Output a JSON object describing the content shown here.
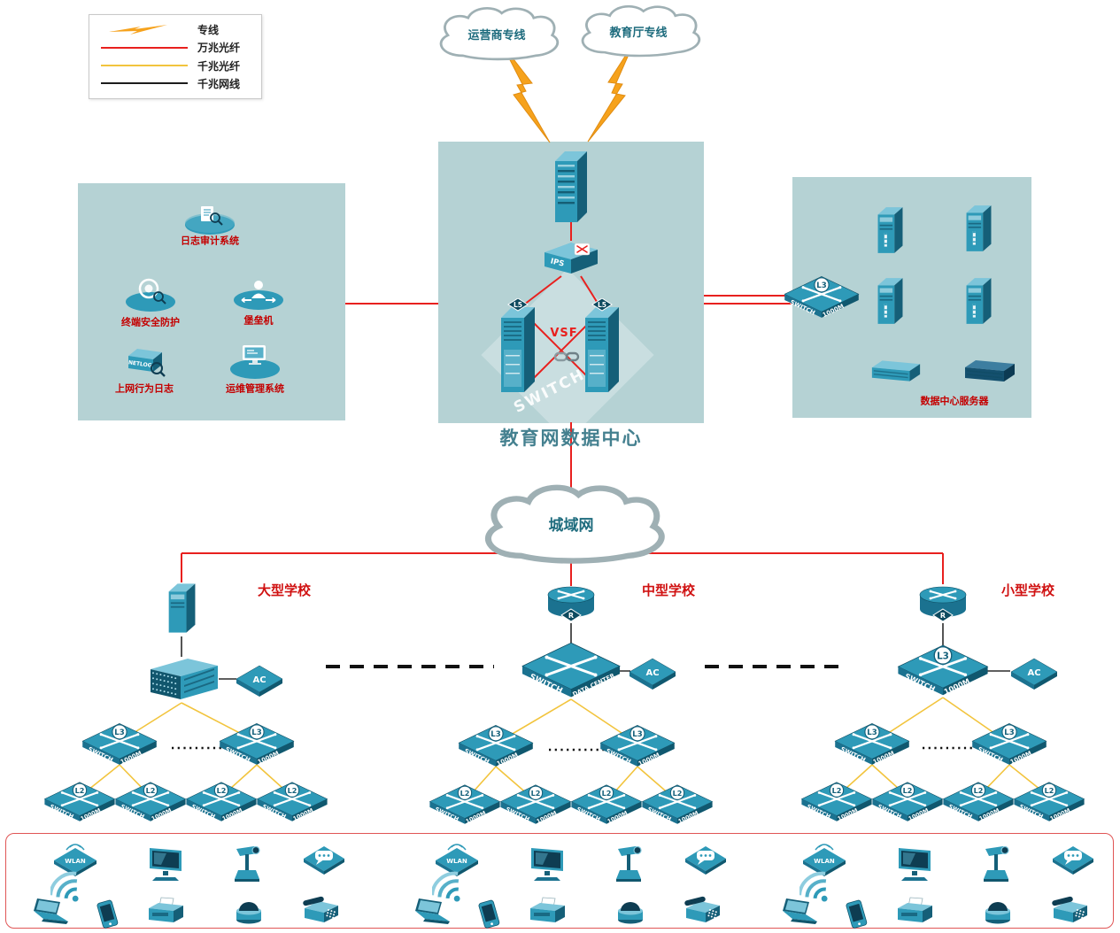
{
  "legend": {
    "items": [
      {
        "name": "dedicated-line",
        "label": "专线",
        "symbol": "lightning",
        "color": "#f6a21c"
      },
      {
        "name": "fiber-10g",
        "label": "万兆光纤",
        "symbol": "line",
        "color": "#e8201e"
      },
      {
        "name": "fiber-1g",
        "label": "千兆光纤",
        "symbol": "line",
        "color": "#f2c43d"
      },
      {
        "name": "cat-1g",
        "label": "千兆网线",
        "symbol": "line",
        "color": "#1c1c1c"
      }
    ]
  },
  "clouds": {
    "carrier": {
      "label": "运营商专线"
    },
    "education": {
      "label": "教育厅专线"
    },
    "man": {
      "label": "城域网"
    }
  },
  "data_center": {
    "title": "教育网数据中心",
    "vsf_label": "VSF",
    "ips_label": "IPS",
    "switch_watermark": "SWITCH",
    "core_switch_badge": "L5"
  },
  "security_zone": {
    "items": [
      {
        "icon": "log-audit-icon",
        "label": "日志审计系统"
      },
      {
        "icon": "endpoint-protection-icon",
        "label": "终端安全防护"
      },
      {
        "icon": "bastion-host-icon",
        "label": "堡垒机"
      },
      {
        "icon": "netlog-icon",
        "label": "上网行为日志",
        "device_text": "NETLOG"
      },
      {
        "icon": "ops-management-icon",
        "label": "运维管理系统"
      }
    ]
  },
  "server_zone": {
    "caption": "数据中心服务器",
    "switch": {
      "badge": "L3",
      "left_label": "SWITCH",
      "right_label": "1000M"
    }
  },
  "schools": [
    {
      "name": "大型学校"
    },
    {
      "name": "中型学校",
      "core_switch": {
        "left_label": "SWITCH",
        "right_label": "DATA CENTER"
      }
    },
    {
      "name": "小型学校",
      "core_switch": {
        "badge": "L3",
        "left_label": "SWITCH",
        "right_label": "1000M"
      }
    }
  ],
  "switches": {
    "l3_badge": "L3",
    "l2_badge": "L2",
    "left_label": "SWITCH",
    "right_label": "1000M"
  },
  "devices": {
    "ac_label": "AC",
    "router_badge": "R",
    "wlan_label": "WLAN"
  }
}
